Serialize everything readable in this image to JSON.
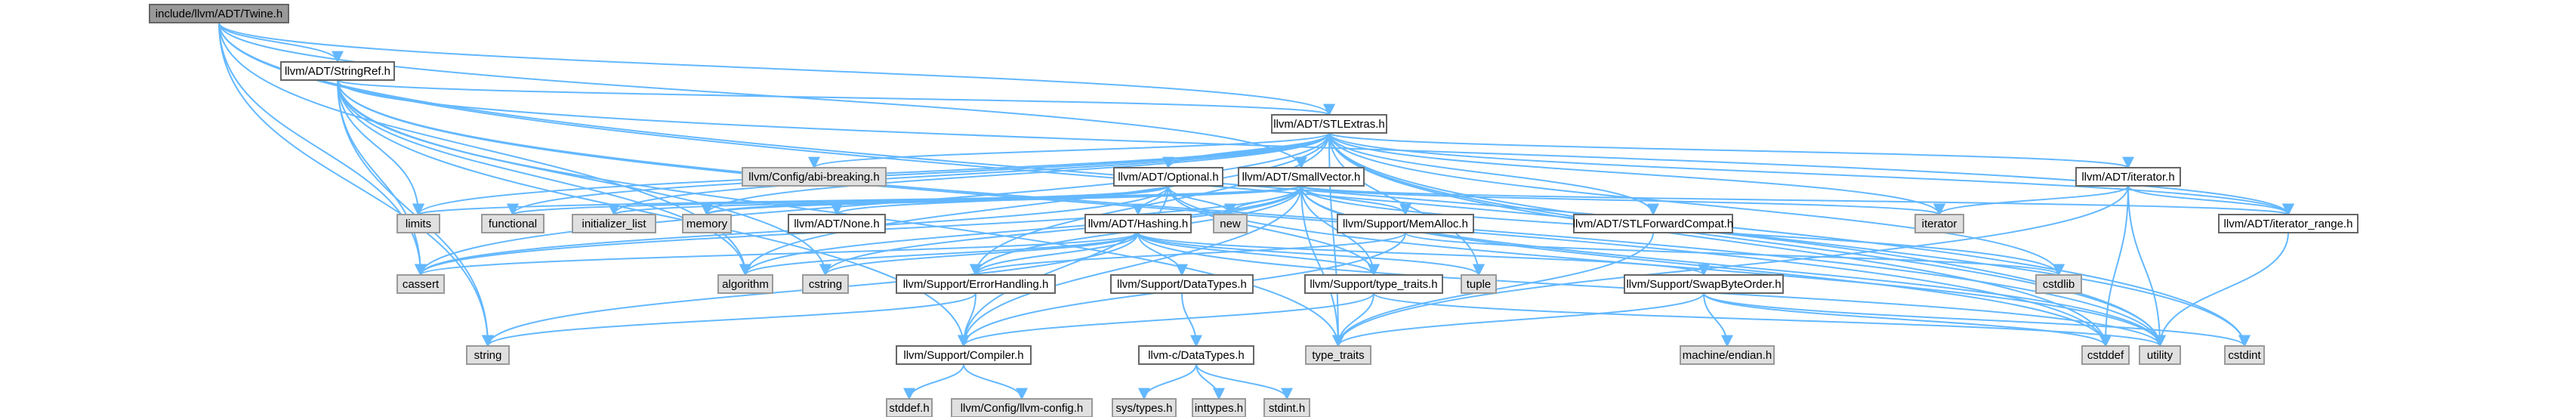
{
  "colors": {
    "edge": "#63b8ff",
    "root_fill": "#999999",
    "user_fill": "#ffffff",
    "system_fill": "#e0e0e0"
  },
  "nodes": [
    {
      "id": "twine",
      "label": "include/llvm/ADT/Twine.h",
      "kind": "root"
    },
    {
      "id": "stringref",
      "label": "llvm/ADT/StringRef.h",
      "kind": "user"
    },
    {
      "id": "stlextras",
      "label": "llvm/ADT/STLExtras.h",
      "kind": "user"
    },
    {
      "id": "abi",
      "label": "llvm/Config/abi-breaking.h",
      "kind": "sys"
    },
    {
      "id": "optional",
      "label": "llvm/ADT/Optional.h",
      "kind": "user"
    },
    {
      "id": "smallvector",
      "label": "llvm/ADT/SmallVector.h",
      "kind": "user"
    },
    {
      "id": "iteratorh",
      "label": "llvm/ADT/iterator.h",
      "kind": "user"
    },
    {
      "id": "limits",
      "label": "limits",
      "kind": "sys"
    },
    {
      "id": "functional",
      "label": "functional",
      "kind": "sys"
    },
    {
      "id": "initlist",
      "label": "initializer_list",
      "kind": "sys"
    },
    {
      "id": "memory",
      "label": "memory",
      "kind": "sys"
    },
    {
      "id": "none",
      "label": "llvm/ADT/None.h",
      "kind": "user"
    },
    {
      "id": "hashing",
      "label": "llvm/ADT/Hashing.h",
      "kind": "user"
    },
    {
      "id": "new",
      "label": "new",
      "kind": "sys"
    },
    {
      "id": "memalloc",
      "label": "llvm/Support/MemAlloc.h",
      "kind": "user"
    },
    {
      "id": "stlfwd",
      "label": "llvm/ADT/STLForwardCompat.h",
      "kind": "user"
    },
    {
      "id": "iterator",
      "label": "iterator",
      "kind": "sys"
    },
    {
      "id": "iterrange",
      "label": "llvm/ADT/iterator_range.h",
      "kind": "user"
    },
    {
      "id": "cassert",
      "label": "cassert",
      "kind": "sys"
    },
    {
      "id": "algorithm",
      "label": "algorithm",
      "kind": "sys"
    },
    {
      "id": "cstring",
      "label": "cstring",
      "kind": "sys"
    },
    {
      "id": "errhandling",
      "label": "llvm/Support/ErrorHandling.h",
      "kind": "user"
    },
    {
      "id": "datatypes",
      "label": "llvm/Support/DataTypes.h",
      "kind": "user"
    },
    {
      "id": "typetraitsh",
      "label": "llvm/Support/type_traits.h",
      "kind": "user"
    },
    {
      "id": "tuple",
      "label": "tuple",
      "kind": "sys"
    },
    {
      "id": "swapbyte",
      "label": "llvm/Support/SwapByteOrder.h",
      "kind": "user"
    },
    {
      "id": "cstdlib",
      "label": "cstdlib",
      "kind": "sys"
    },
    {
      "id": "string",
      "label": "string",
      "kind": "sys"
    },
    {
      "id": "compiler",
      "label": "llvm/Support/Compiler.h",
      "kind": "user"
    },
    {
      "id": "cdatatypes",
      "label": "llvm-c/DataTypes.h",
      "kind": "user"
    },
    {
      "id": "typetraits",
      "label": "type_traits",
      "kind": "sys"
    },
    {
      "id": "machendian",
      "label": "machine/endian.h",
      "kind": "sys"
    },
    {
      "id": "cstddef",
      "label": "cstddef",
      "kind": "sys"
    },
    {
      "id": "utility",
      "label": "utility",
      "kind": "sys"
    },
    {
      "id": "cstdint",
      "label": "cstdint",
      "kind": "sys"
    },
    {
      "id": "stddef",
      "label": "stddef.h",
      "kind": "sys"
    },
    {
      "id": "llvmconfig",
      "label": "llvm/Config/llvm-config.h",
      "kind": "sys"
    },
    {
      "id": "systypes",
      "label": "sys/types.h",
      "kind": "sys"
    },
    {
      "id": "inttypes",
      "label": "inttypes.h",
      "kind": "sys"
    },
    {
      "id": "stdint",
      "label": "stdint.h",
      "kind": "sys"
    }
  ],
  "edges": [
    [
      "twine",
      "stringref"
    ],
    [
      "twine",
      "stlextras"
    ],
    [
      "twine",
      "smallvector"
    ],
    [
      "twine",
      "cassert"
    ],
    [
      "twine",
      "string"
    ],
    [
      "twine",
      "cstdint"
    ],
    [
      "twine",
      "algorithm"
    ],
    [
      "twine",
      "utility"
    ],
    [
      "stringref",
      "stlextras"
    ],
    [
      "stringref",
      "iterrange"
    ],
    [
      "stringref",
      "compiler"
    ],
    [
      "stringref",
      "algorithm"
    ],
    [
      "stringref",
      "cassert"
    ],
    [
      "stringref",
      "cstddef"
    ],
    [
      "stringref",
      "cstring"
    ],
    [
      "stringref",
      "limits"
    ],
    [
      "stringref",
      "string"
    ],
    [
      "stringref",
      "typetraits"
    ],
    [
      "stringref",
      "utility"
    ],
    [
      "stlextras",
      "abi"
    ],
    [
      "stlextras",
      "optional"
    ],
    [
      "stlextras",
      "stlfwd"
    ],
    [
      "stlextras",
      "iteratorh"
    ],
    [
      "stlextras",
      "iterrange"
    ],
    [
      "stlextras",
      "errhandling"
    ],
    [
      "stlextras",
      "algorithm"
    ],
    [
      "stlextras",
      "cassert"
    ],
    [
      "stlextras",
      "cstddef"
    ],
    [
      "stlextras",
      "cstdint"
    ],
    [
      "stlextras",
      "cstdlib"
    ],
    [
      "stlextras",
      "functional"
    ],
    [
      "stlextras",
      "initlist"
    ],
    [
      "stlextras",
      "iterator"
    ],
    [
      "stlextras",
      "limits"
    ],
    [
      "stlextras",
      "memory"
    ],
    [
      "stlextras",
      "tuple"
    ],
    [
      "stlextras",
      "typetraits"
    ],
    [
      "stlextras",
      "utility"
    ],
    [
      "optional",
      "none"
    ],
    [
      "optional",
      "hashing"
    ],
    [
      "optional",
      "compiler"
    ],
    [
      "optional",
      "typetraitsh"
    ],
    [
      "optional",
      "cassert"
    ],
    [
      "optional",
      "memory"
    ],
    [
      "optional",
      "new"
    ],
    [
      "optional",
      "utility"
    ],
    [
      "smallvector",
      "iterrange"
    ],
    [
      "smallvector",
      "compiler"
    ],
    [
      "smallvector",
      "errhandling"
    ],
    [
      "smallvector",
      "memalloc"
    ],
    [
      "smallvector",
      "typetraitsh"
    ],
    [
      "smallvector",
      "algorithm"
    ],
    [
      "smallvector",
      "cassert"
    ],
    [
      "smallvector",
      "cstddef"
    ],
    [
      "smallvector",
      "cstdlib"
    ],
    [
      "smallvector",
      "cstring"
    ],
    [
      "smallvector",
      "functional"
    ],
    [
      "smallvector",
      "initlist"
    ],
    [
      "smallvector",
      "iterator"
    ],
    [
      "smallvector",
      "limits"
    ],
    [
      "smallvector",
      "memory"
    ],
    [
      "smallvector",
      "new"
    ],
    [
      "smallvector",
      "typetraits"
    ],
    [
      "smallvector",
      "utility"
    ],
    [
      "iteratorh",
      "iterrange"
    ],
    [
      "iteratorh",
      "cstddef"
    ],
    [
      "iteratorh",
      "iterator"
    ],
    [
      "iteratorh",
      "typetraits"
    ],
    [
      "iteratorh",
      "utility"
    ],
    [
      "iterrange",
      "utility"
    ],
    [
      "hashing",
      "errhandling"
    ],
    [
      "hashing",
      "datatypes"
    ],
    [
      "hashing",
      "swapbyte"
    ],
    [
      "hashing",
      "typetraitsh"
    ],
    [
      "hashing",
      "algorithm"
    ],
    [
      "hashing",
      "cassert"
    ],
    [
      "hashing",
      "cstring"
    ],
    [
      "hashing",
      "string"
    ],
    [
      "hashing",
      "tuple"
    ],
    [
      "hashing",
      "utility"
    ],
    [
      "memalloc",
      "compiler"
    ],
    [
      "memalloc",
      "errhandling"
    ],
    [
      "memalloc",
      "cstdlib"
    ],
    [
      "stlfwd",
      "typetraits"
    ],
    [
      "errhandling",
      "compiler"
    ],
    [
      "errhandling",
      "string"
    ],
    [
      "datatypes",
      "cdatatypes"
    ],
    [
      "typetraitsh",
      "compiler"
    ],
    [
      "typetraitsh",
      "typetraits"
    ],
    [
      "typetraitsh",
      "utility"
    ],
    [
      "swapbyte",
      "machendian"
    ],
    [
      "swapbyte",
      "cstddef"
    ],
    [
      "swapbyte",
      "cstdint"
    ],
    [
      "swapbyte",
      "typetraits"
    ],
    [
      "compiler",
      "stddef"
    ],
    [
      "compiler",
      "llvmconfig"
    ],
    [
      "cdatatypes",
      "systypes"
    ],
    [
      "cdatatypes",
      "inttypes"
    ],
    [
      "cdatatypes",
      "stdint"
    ]
  ]
}
